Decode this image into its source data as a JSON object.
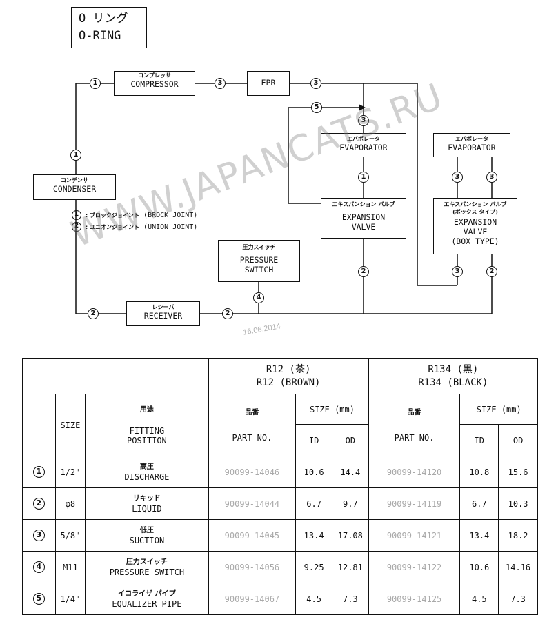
{
  "title": {
    "jp": "O リング",
    "en": "O-RING"
  },
  "diagram": {
    "compressor": {
      "jp": "コンプレッサ",
      "en": "COMPRESSOR"
    },
    "epr": {
      "en": "EPR"
    },
    "condenser": {
      "jp": "コンデンサ",
      "en": "CONDENSER"
    },
    "evaporator1": {
      "jp": "エバポレータ",
      "en": "EVAPORATOR"
    },
    "evaporator2": {
      "jp": "エバポレータ",
      "en": "EVAPORATOR"
    },
    "expansion_valve": {
      "jp": "エキスパンション バルブ",
      "en1": "EXPANSION",
      "en2": "VALVE"
    },
    "expansion_valve_box": {
      "jp1": "エキスパンション バルブ",
      "jp2": "(ボックス タイプ)",
      "en1": "EXPANSION",
      "en2": "VALVE",
      "en3": "(BOX TYPE)"
    },
    "pressure_switch": {
      "jp": "圧力スイッチ",
      "en1": "PRESSURE",
      "en2": "SWITCH"
    },
    "receiver": {
      "jp": "レシーバ",
      "en": "RECEIVER"
    },
    "legend": [
      {
        "num": "1",
        "jp": ": ブロックジョイント",
        "en": "(BROCK JOINT)"
      },
      {
        "num": "2",
        "jp": ": ユニオンジョイント",
        "en": "(UNION JOINT)"
      }
    ],
    "markers": {
      "m1": "1",
      "m2": "2",
      "m3": "3",
      "m4": "4",
      "m5": "5"
    }
  },
  "watermark": {
    "text": "WWW.JAPANCATS.RU",
    "date": "16.06.2014"
  },
  "table": {
    "r12": {
      "jp": "R12 (茶)",
      "en": "R12 (BROWN)"
    },
    "r134": {
      "jp": "R134 (黒)",
      "en": "R134 (BLACK)"
    },
    "size_label": "SIZE",
    "fitting": {
      "jp": "用途",
      "en1": "FITTING",
      "en2": "POSITION"
    },
    "part_no": {
      "jp": "品番",
      "en": "PART NO."
    },
    "size_mm": "SIZE (mm)",
    "id_label": "ID",
    "od_label": "OD",
    "rows": [
      {
        "num": "1",
        "size": "1/2\"",
        "jp": "高圧",
        "en": "DISCHARGE",
        "r12_part": "90099-14046",
        "r12_id": "10.6",
        "r12_od": "14.4",
        "r134_part": "90099-14120",
        "r134_id": "10.8",
        "r134_od": "15.6"
      },
      {
        "num": "2",
        "size": "φ8",
        "jp": "リキッド",
        "en": "LIQUID",
        "r12_part": "90099-14044",
        "r12_id": "6.7",
        "r12_od": "9.7",
        "r134_part": "90099-14119",
        "r134_id": "6.7",
        "r134_od": "10.3"
      },
      {
        "num": "3",
        "size": "5/8\"",
        "jp": "低圧",
        "en": "SUCTION",
        "r12_part": "90099-14045",
        "r12_id": "13.4",
        "r12_od": "17.08",
        "r134_part": "90099-14121",
        "r134_id": "13.4",
        "r134_od": "18.2"
      },
      {
        "num": "4",
        "size": "M11",
        "jp": "圧力スイッチ",
        "en": "PRESSURE SWITCH",
        "r12_part": "90099-14056",
        "r12_id": "9.25",
        "r12_od": "12.81",
        "r134_part": "90099-14122",
        "r134_id": "10.6",
        "r134_od": "14.16"
      },
      {
        "num": "5",
        "size": "1/4\"",
        "jp": "イコライザ パイプ",
        "en": "EQUALIZER PIPE",
        "r12_part": "90099-14067",
        "r12_id": "4.5",
        "r12_od": "7.3",
        "r134_part": "90099-14125",
        "r134_id": "4.5",
        "r134_od": "7.3"
      }
    ]
  }
}
